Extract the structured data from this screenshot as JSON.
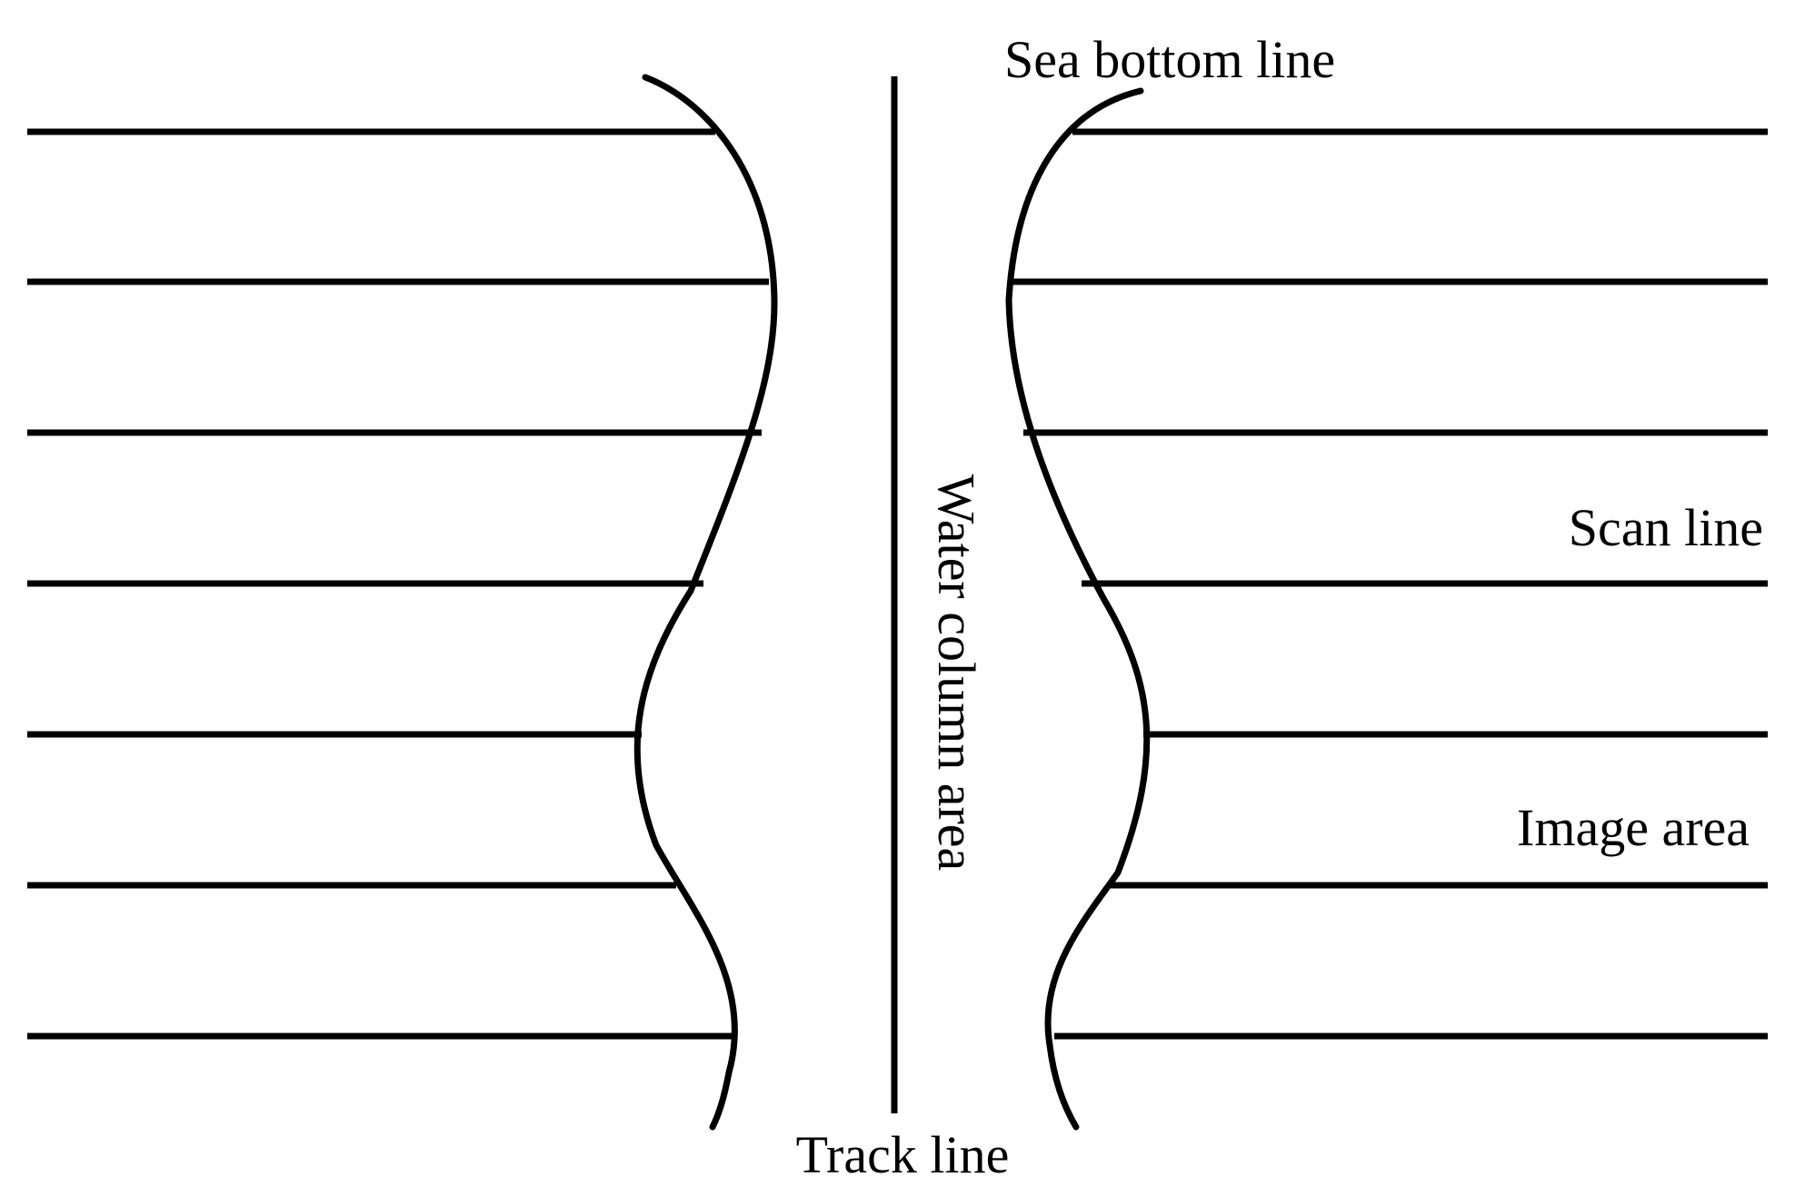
{
  "labels": {
    "sea_bottom_line": "Sea bottom line",
    "water_column_area": "Water column area",
    "scan_line": "Scan line",
    "image_area": "Image area",
    "track_line": "Track line"
  },
  "colors": {
    "line": "#000000",
    "background": "#ffffff"
  }
}
